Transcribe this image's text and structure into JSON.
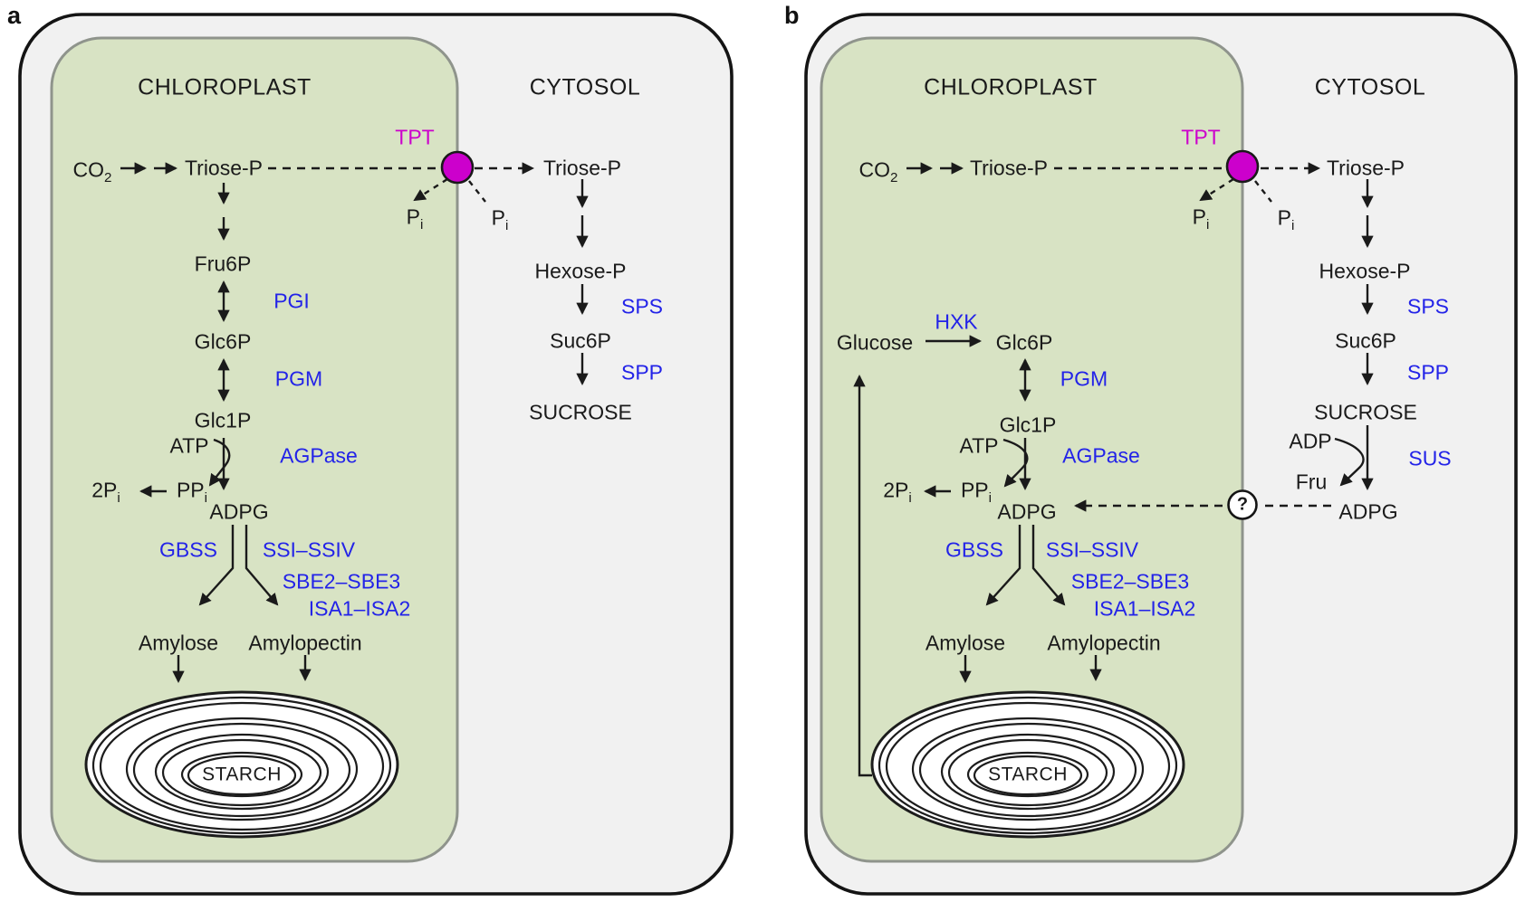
{
  "colors": {
    "chloroplast_fill": "#d8e3c4",
    "cell_fill": "#f1f1f1",
    "enzyme_blue": "#2323e8",
    "transporter_magenta": "#cc00cc",
    "line_black": "#1a1a1a"
  },
  "panels": {
    "a": {
      "letter": "a",
      "compartments": {
        "chloroplast": "CHLOROPLAST",
        "cytosol": "CYTOSOL"
      },
      "transporter": {
        "label": "TPT"
      },
      "molecules": {
        "co2": {
          "base": "CO",
          "sub": "2"
        },
        "triose_p_chl": "Triose-P",
        "p_i_chl": {
          "base": "P",
          "sub": "i"
        },
        "p_i_cyt": {
          "base": "P",
          "sub": "i"
        },
        "fru6p": "Fru6P",
        "glc6p": "Glc6P",
        "glc1p": "Glc1P",
        "atp": "ATP",
        "two_p_i": {
          "base": "2P",
          "sub": "i"
        },
        "pp_i": {
          "base": "PP",
          "sub": "i"
        },
        "adpg": "ADPG",
        "amylose": "Amylose",
        "amylopectin": "Amylopectin",
        "starch": "STARCH",
        "triose_p_cyt": "Triose-P",
        "hexose_p": "Hexose-P",
        "suc6p": "Suc6P",
        "sucrose": "SUCROSE"
      },
      "enzymes": {
        "pgi": "PGI",
        "pgm": "PGM",
        "agpase": "AGPase",
        "gbss": "GBSS",
        "ss": "SSI–SSIV",
        "sbe": "SBE2–SBE3",
        "isa": "ISA1–ISA2",
        "sps": "SPS",
        "spp": "SPP"
      }
    },
    "b": {
      "letter": "b",
      "compartments": {
        "chloroplast": "CHLOROPLAST",
        "cytosol": "CYTOSOL"
      },
      "transporter": {
        "label": "TPT"
      },
      "unknown_transporter": {
        "label": "?"
      },
      "molecules": {
        "co2": {
          "base": "CO",
          "sub": "2"
        },
        "triose_p_chl": "Triose-P",
        "p_i_chl": {
          "base": "P",
          "sub": "i"
        },
        "p_i_cyt": {
          "base": "P",
          "sub": "i"
        },
        "glucose": "Glucose",
        "glc6p": "Glc6P",
        "glc1p": "Glc1P",
        "atp": "ATP",
        "two_p_i": {
          "base": "2P",
          "sub": "i"
        },
        "pp_i": {
          "base": "PP",
          "sub": "i"
        },
        "adpg_chl": "ADPG",
        "amylose": "Amylose",
        "amylopectin": "Amylopectin",
        "starch": "STARCH",
        "triose_p_cyt": "Triose-P",
        "hexose_p": "Hexose-P",
        "suc6p": "Suc6P",
        "sucrose": "SUCROSE",
        "adp": "ADP",
        "fru": "Fru",
        "adpg_cyt": "ADPG"
      },
      "enzymes": {
        "hxk": "HXK",
        "pgm": "PGM",
        "agpase": "AGPase",
        "gbss": "GBSS",
        "ss": "SSI–SSIV",
        "sbe": "SBE2–SBE3",
        "isa": "ISA1–ISA2",
        "sps": "SPS",
        "spp": "SPP",
        "sus": "SUS"
      }
    }
  }
}
